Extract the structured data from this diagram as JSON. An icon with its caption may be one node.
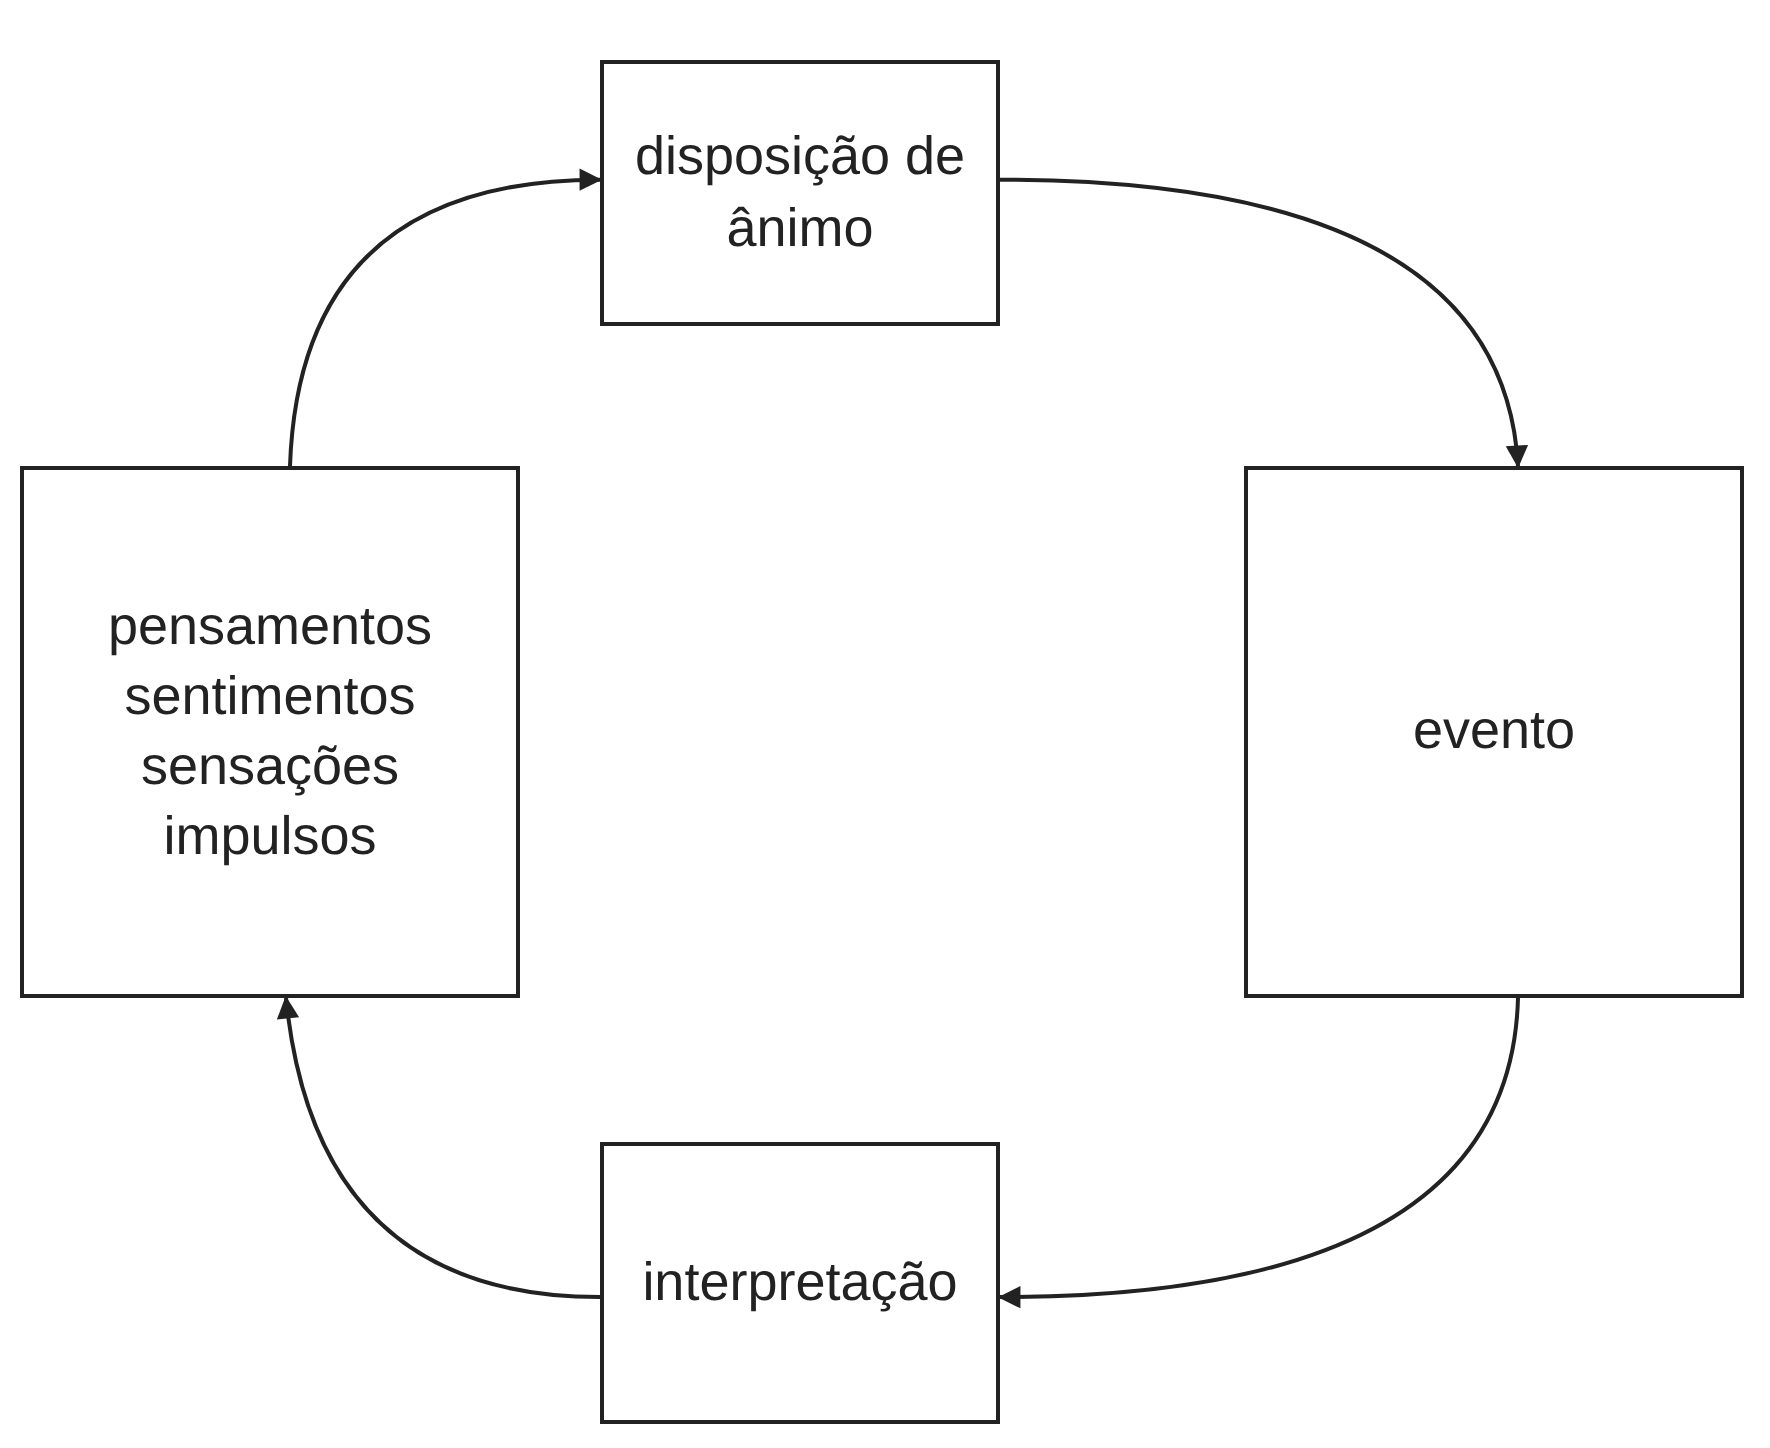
{
  "diagram": {
    "nodes": [
      {
        "text": [
          "disposição de ânimo"
        ]
      },
      {
        "text": [
          "evento"
        ]
      },
      {
        "text": [
          "interpretação"
        ]
      },
      {
        "text": [
          "pensamentos",
          "sentimentos",
          "sensações",
          "impulsos"
        ]
      }
    ],
    "edges": [
      {
        "from": 3,
        "to": 0,
        "arrow": "to"
      },
      {
        "from": 0,
        "to": 1,
        "arrow": "to"
      },
      {
        "from": 1,
        "to": 2,
        "arrow": "to"
      },
      {
        "from": 2,
        "to": 3,
        "arrow": "to"
      }
    ]
  }
}
